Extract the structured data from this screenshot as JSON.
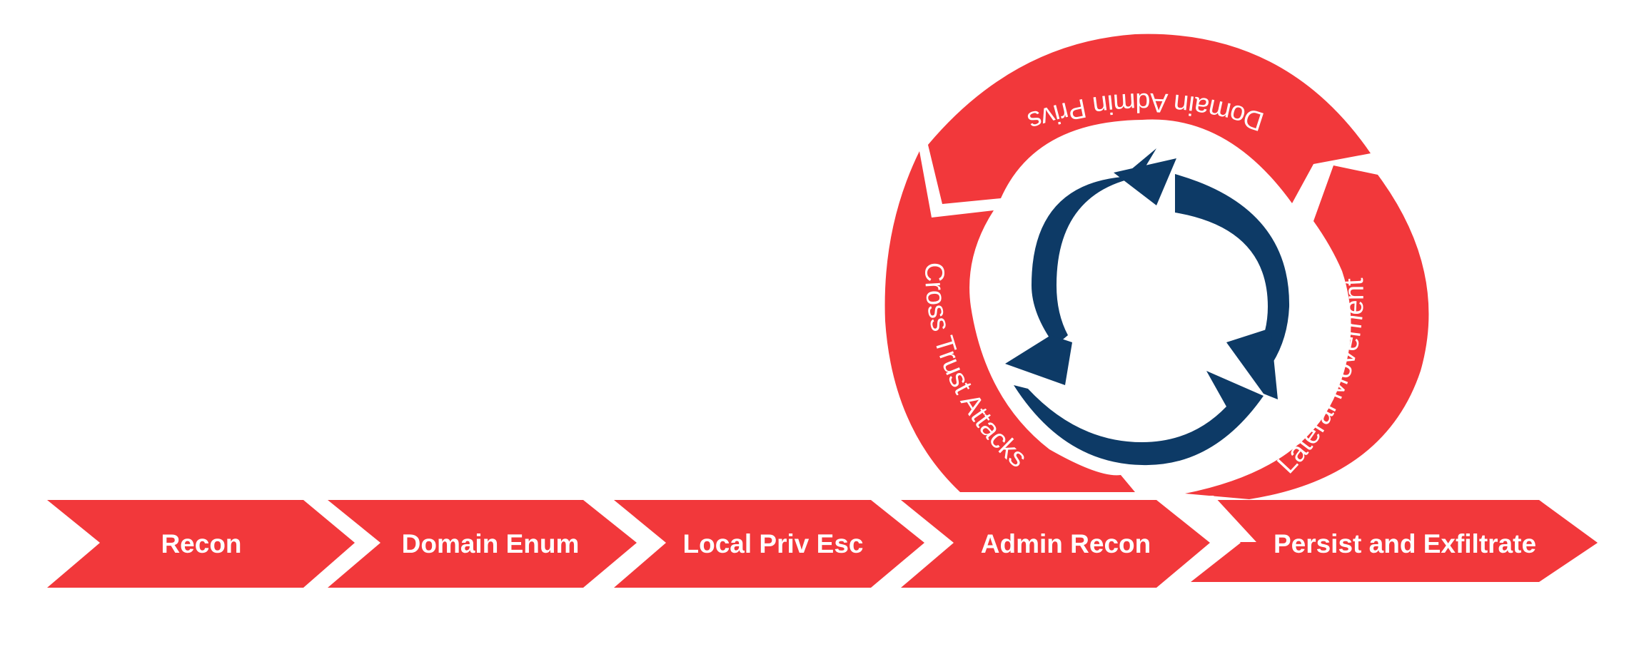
{
  "colors": {
    "accent_red": "#f2383b",
    "navy": "#0d3a66",
    "background": "#ffffff",
    "text": "#ffffff"
  },
  "stages": [
    {
      "label": "Recon"
    },
    {
      "label": "Domain Enum"
    },
    {
      "label": "Local Priv Esc"
    },
    {
      "label": "Admin Recon"
    },
    {
      "label": "Persist and Exfiltrate"
    }
  ],
  "cycle": {
    "segments": [
      {
        "label": "Domain Admin Privs"
      },
      {
        "label": "Lateral Movement"
      },
      {
        "label": "Cross Trust Attacks"
      }
    ],
    "center_icon": "recycle-arrows-icon"
  }
}
